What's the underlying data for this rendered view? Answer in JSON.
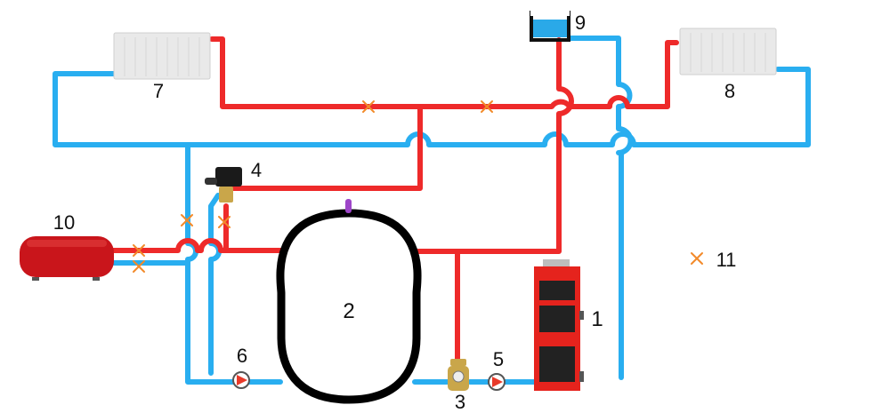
{
  "labels": {
    "boiler": "1",
    "buffer_tank": "2",
    "mixing_valve": "3",
    "zone_valve": "4",
    "pump_boiler": "5",
    "pump_system": "6",
    "radiator_left": "7",
    "radiator_right": "8",
    "expansion_tank": "9",
    "water_heater": "10",
    "legend_valve": "11"
  },
  "colors": {
    "supply": "#ee2a2a",
    "return": "#29aef0",
    "tank_outline": "#000000",
    "valve_mark": "#f28a2a",
    "radiator": "#e9e9e9",
    "boiler_body": "#e5231d",
    "boiler_dark": "#222222",
    "heater_body": "#c9151b",
    "pump_body": "#e83a2a",
    "brass": "#c9a64a",
    "expansion_water": "#2aa9e8",
    "sensor": "#9d45c8"
  },
  "icons": [
    "shut-off-valve-icon",
    "circulation-pump-icon",
    "radiator-icon",
    "boiler-icon",
    "expansion-tank-icon",
    "water-heater-icon",
    "zone-valve-icon",
    "mixing-valve-icon"
  ]
}
